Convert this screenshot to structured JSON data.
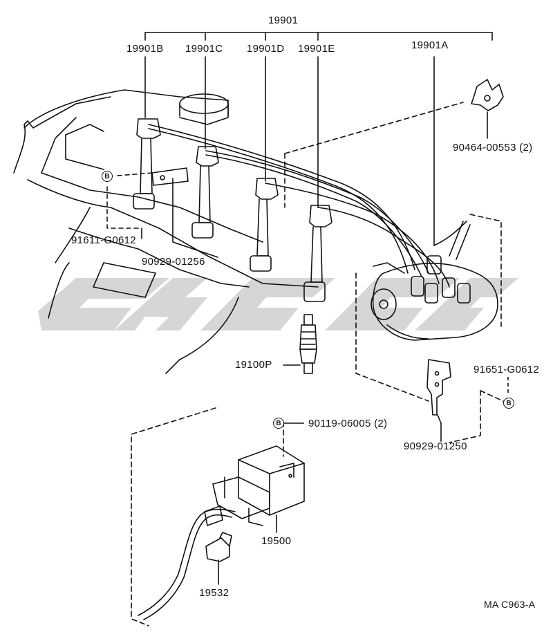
{
  "diagram": {
    "parts": {
      "main_cord_set": "19901",
      "cord_b": "19901B",
      "cord_c": "19901C",
      "cord_d": "19901D",
      "cord_e": "19901E",
      "cord_a": "19901A",
      "clamp": "90464-00553 (2)",
      "bolt_left": "91611-G0612",
      "bracket_left": "90929-01256",
      "spark_plug": "19100P",
      "bolt_right": "91651-G0612",
      "bracket_right": "90929-01250",
      "coil_bolt": "90119-06005 (2)",
      "ignition_coil": "19500",
      "cap": "19532",
      "figure_code": "MA C963-A"
    },
    "ref_marker": "B",
    "watermark_color": "#cfcfcf",
    "line_color": "#111111"
  }
}
